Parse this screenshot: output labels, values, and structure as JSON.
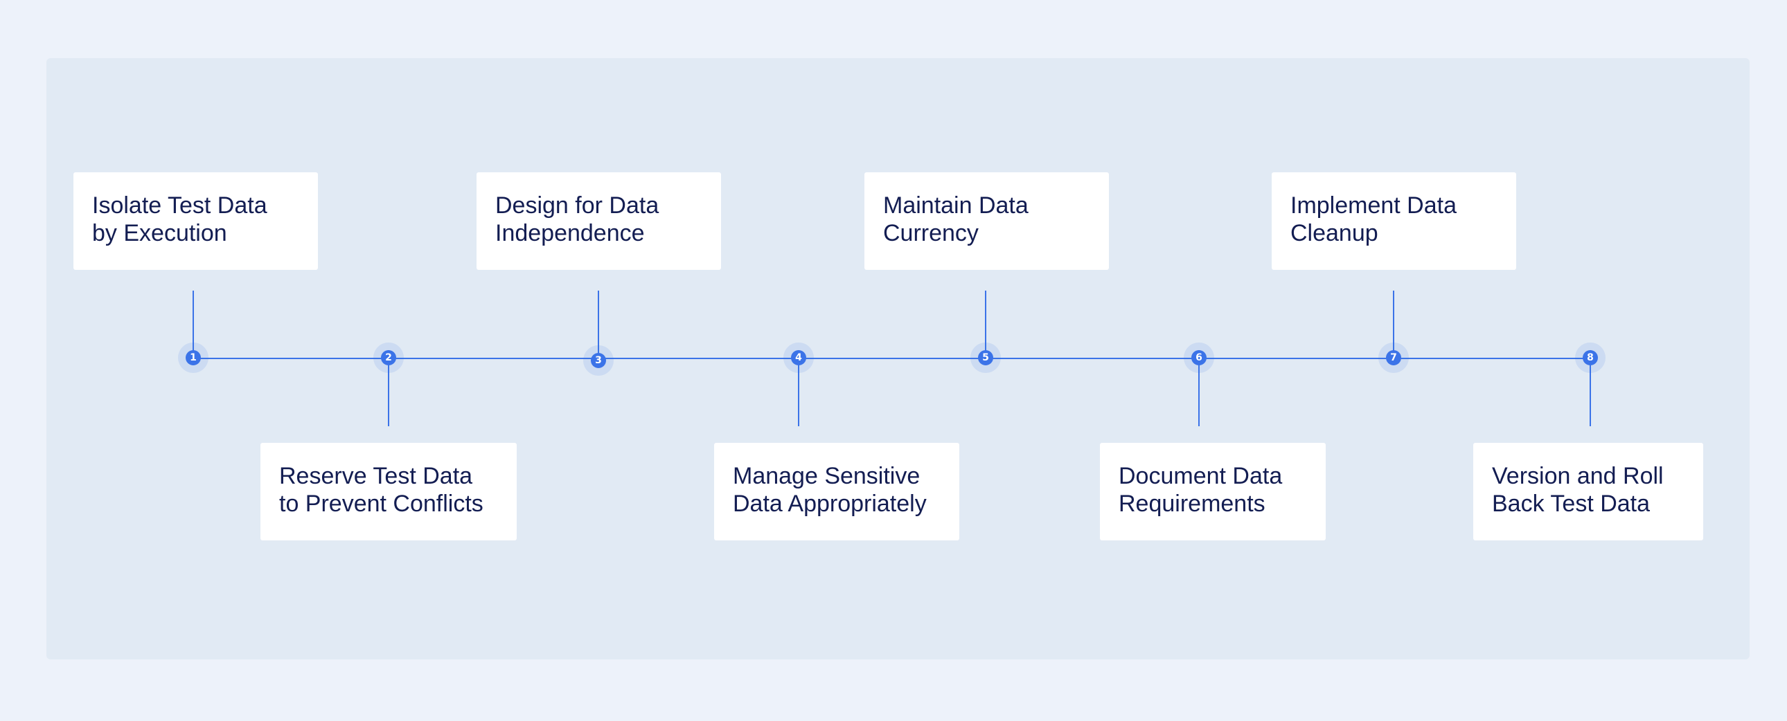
{
  "steps": [
    {
      "number": "1",
      "label_line1": "Isolate Test Data",
      "label_line2": "by Execution"
    },
    {
      "number": "2",
      "label_line1": "Reserve Test Data",
      "label_line2": "to Prevent Conflicts"
    },
    {
      "number": "3",
      "label_line1": "Design for Data",
      "label_line2": "Independence"
    },
    {
      "number": "4",
      "label_line1": "Manage Sensitive",
      "label_line2": "Data Appropriately"
    },
    {
      "number": "5",
      "label_line1": "Maintain Data",
      "label_line2": "Currency"
    },
    {
      "number": "6",
      "label_line1": "Document Data",
      "label_line2": "Requirements"
    },
    {
      "number": "7",
      "label_line1": "Implement Data",
      "label_line2": "Cleanup"
    },
    {
      "number": "8",
      "label_line1": "Version and Roll",
      "label_line2": "Back Test Data"
    }
  ],
  "colors": {
    "accent": "#3b73e8",
    "text": "#131d52",
    "panel": "#e1eaf4",
    "page": "#edf2fa",
    "card": "#ffffff"
  }
}
